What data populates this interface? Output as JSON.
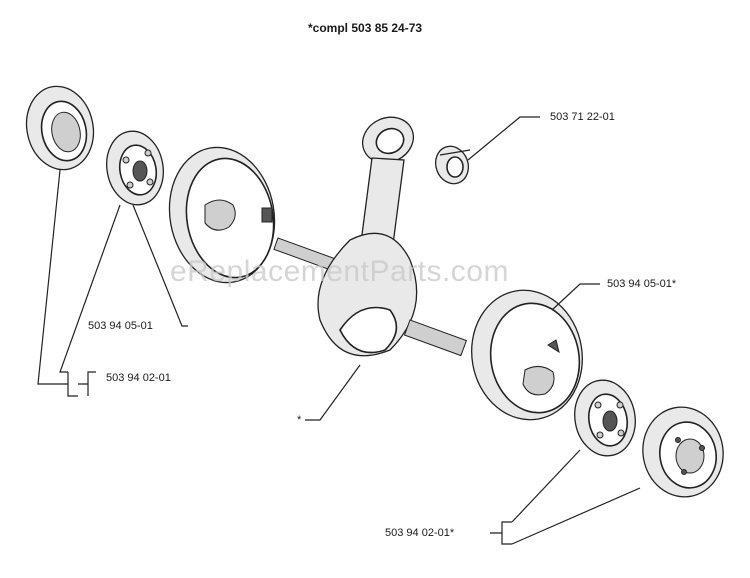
{
  "title": "*compl 503 85 24-73",
  "watermark": "eReplacementParts.com",
  "labels": {
    "needle_bearing": "503 71 22-01",
    "bearing_left": "503 94 05-01",
    "seal_left": "503 94 02-01",
    "bearing_right": "503 94 05-01*",
    "seal_right": "503 94 02-01*",
    "crankshaft": "*"
  }
}
